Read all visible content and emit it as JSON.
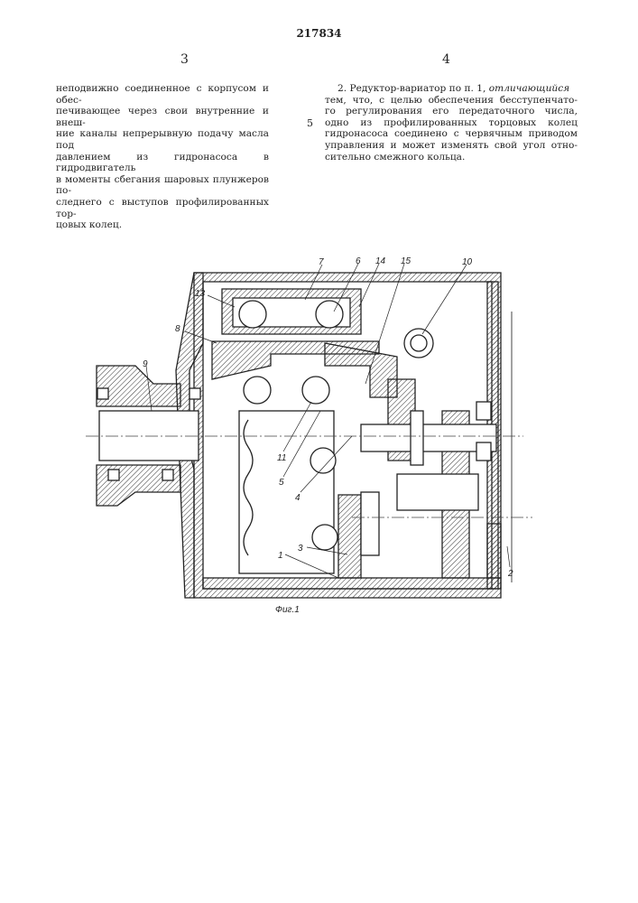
{
  "header": {
    "patent_number": "217834",
    "left_column_number": "3",
    "right_column_number": "4",
    "line_marker": "5"
  },
  "left_column": {
    "lines": [
      "неподвижно соединенное с корпусом и обес-",
      "печивающее через  свои внутренние и внеш-",
      "ние каналы непрерывную подачу масла под",
      "давлением из гидронасоса в гидродвигатель",
      "в моменты сбегания шаровых плунжеров по-",
      "следнего с выступов  профилированных тор-",
      "цовых колец."
    ]
  },
  "right_column": {
    "lines_pre": "2. Редуктор-вариатор по п. 1, ",
    "emphasis": "отличающийся",
    "lines": [
      "тем, что, с целью обеспечения бесступенчато-",
      "го регулирования его передаточного числа,",
      "одно из профилированных  торцовых колец",
      "гидронасоса соединено с червячным приводом",
      "управления и может изменять свой угол отно-",
      "сительно смежного кольца."
    ]
  },
  "figure": {
    "caption": "Фиг.1",
    "labels": [
      "7",
      "6",
      "14",
      "15",
      "10",
      "13",
      "8",
      "9",
      "11",
      "5",
      "4",
      "3",
      "1",
      "2"
    ]
  }
}
